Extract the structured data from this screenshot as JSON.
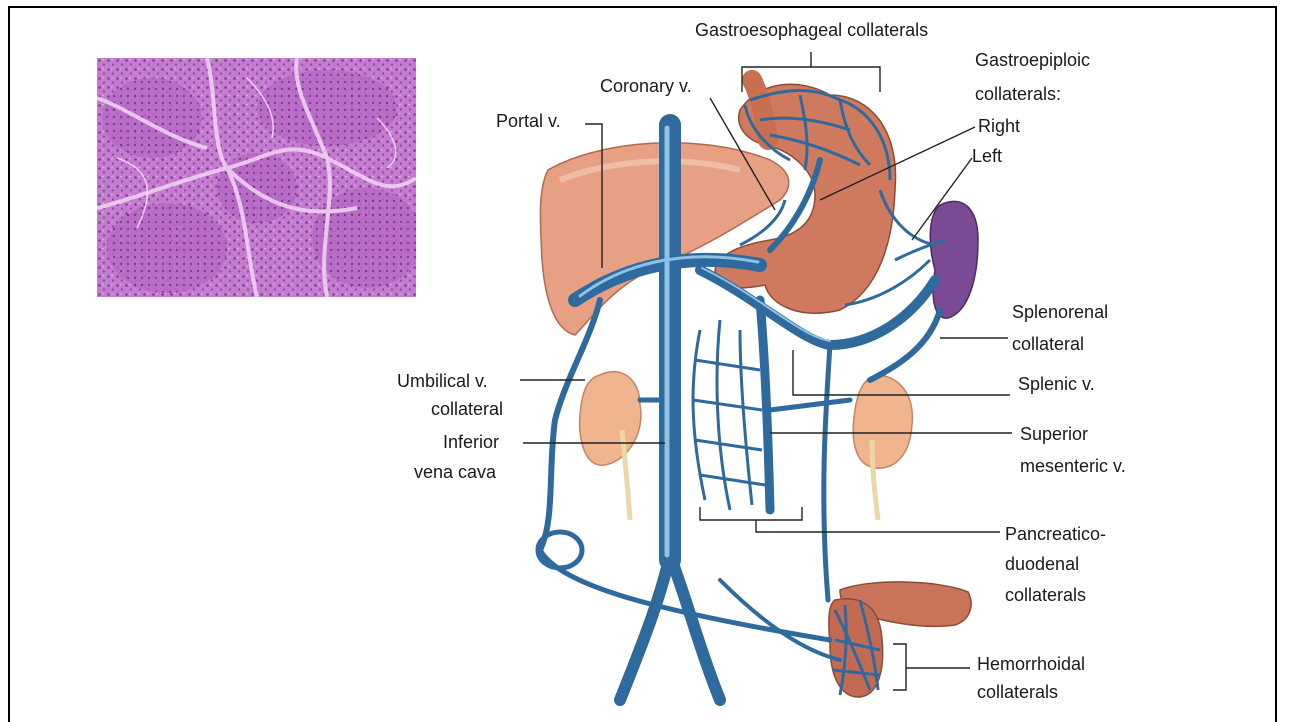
{
  "labels": {
    "gastroesophageal": "Gastroesophageal collaterals",
    "coronary": "Coronary v.",
    "gastroepiploic_1": "Gastroepiploic",
    "gastroepiploic_2": "collaterals:",
    "right": "Right",
    "left": "Left",
    "portal": "Portal v.",
    "splenorenal_1": "Splenorenal",
    "splenorenal_2": "collateral",
    "umbilical_1": "Umbilical v.",
    "umbilical_2": "collateral",
    "splenic": "Splenic v.",
    "inferior_1": "Inferior",
    "inferior_2": "vena cava",
    "superior_1": "Superior",
    "superior_2": "mesenteric v.",
    "pancreatico_1": "Pancreatico-",
    "pancreatico_2": "duodenal",
    "pancreatico_3": "collaterals",
    "hemorrhoidal_1": "Hemorrhoidal",
    "hemorrhoidal_2": "collaterals"
  },
  "colors": {
    "vein": "#2e6a9e",
    "vein_highlight": "#8fc0e6",
    "liver": "#e8a084",
    "stomach": "#cf7a5e",
    "spleen": "#7a4a94",
    "kidney": "#f0b48e",
    "histology_stain": "#c77fd0"
  }
}
